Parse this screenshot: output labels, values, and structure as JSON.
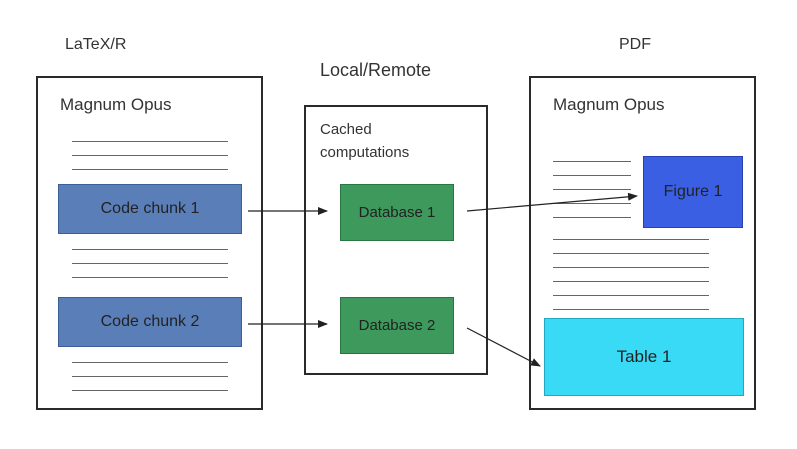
{
  "headings": {
    "left": "LaTeX/R",
    "middle": "Local/Remote",
    "right": "PDF"
  },
  "left_panel": {
    "title": "Magnum Opus",
    "chunk1": "Code chunk 1",
    "chunk2": "Code chunk 2"
  },
  "middle_panel": {
    "caption_line1": "Cached",
    "caption_line2": "computations",
    "db1": "Database 1",
    "db2": "Database 2"
  },
  "right_panel": {
    "title": "Magnum Opus",
    "figure": "Figure 1",
    "table": "Table 1"
  },
  "colors": {
    "code_chunk": "#5a7fb8",
    "database": "#3d9a5c",
    "figure": "#3b5fe3",
    "table": "#39daf5"
  }
}
